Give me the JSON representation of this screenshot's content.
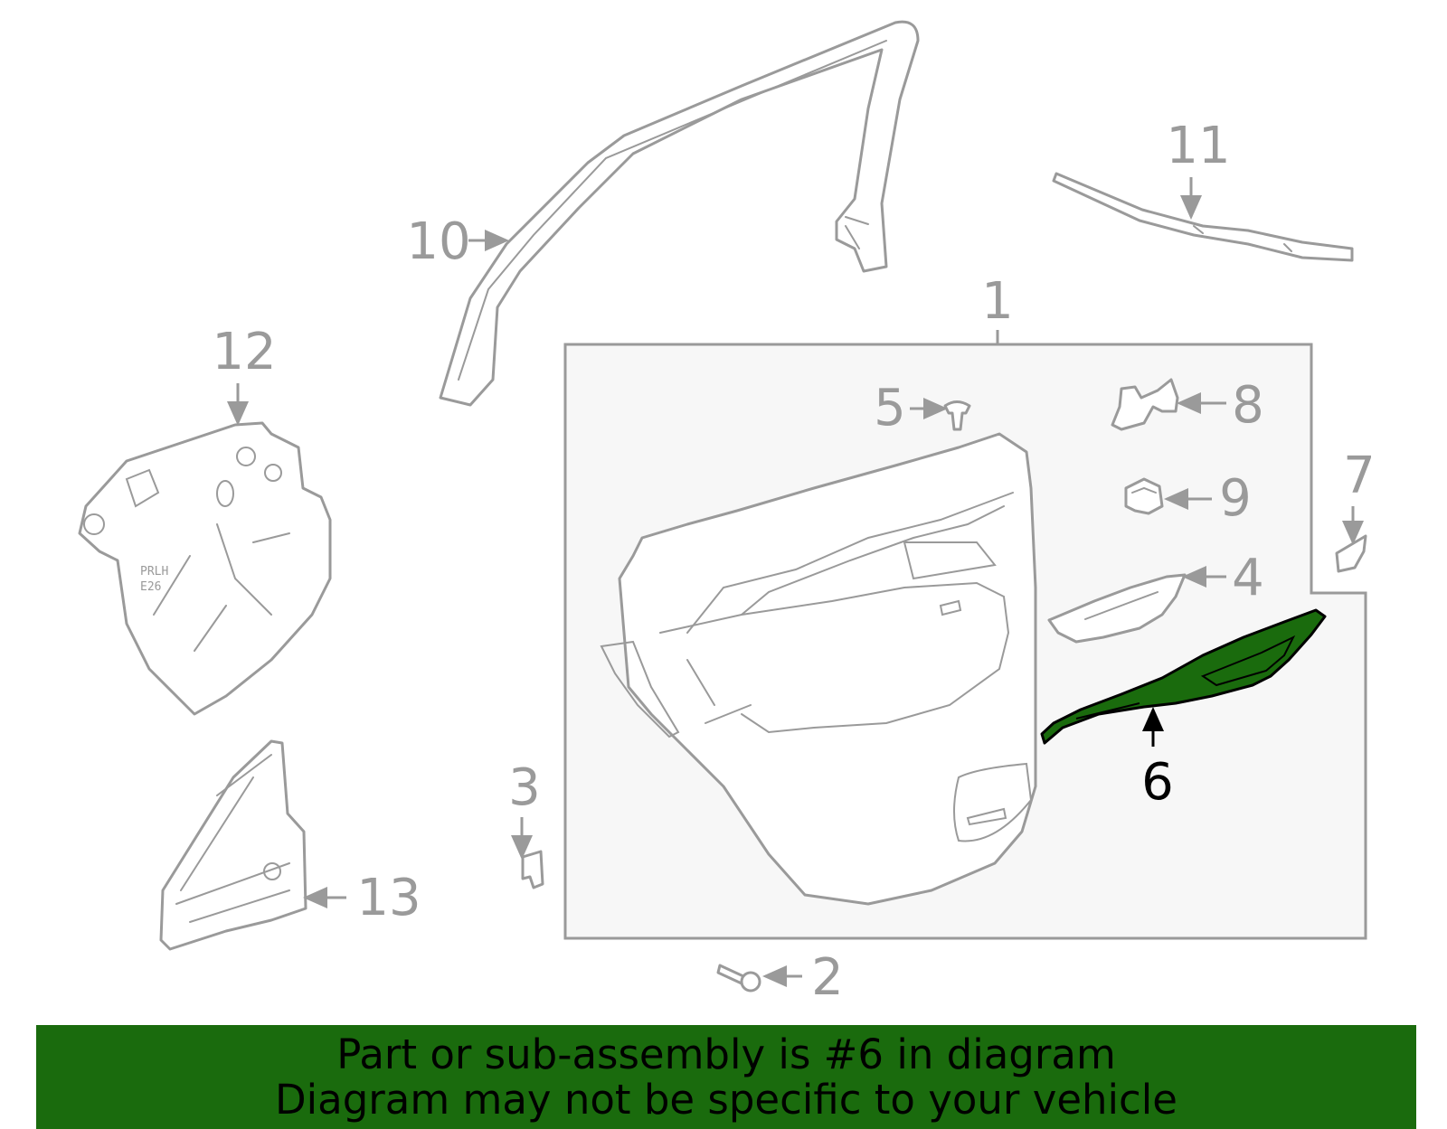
{
  "callouts": {
    "c1": "1",
    "c2": "2",
    "c3": "3",
    "c4": "4",
    "c5": "5",
    "c6": "6",
    "c7": "7",
    "c8": "8",
    "c9": "9",
    "c10": "10",
    "c11": "11",
    "c12": "12",
    "c13": "13"
  },
  "highlighted_part": "6",
  "banner": {
    "line1": "Part or sub-assembly is #6 in diagram",
    "line2": "Diagram may not be specific to your vehicle"
  },
  "colors": {
    "highlight": "#1a6b0d",
    "banner_bg": "#1a6b0d",
    "line": "#9a9a9a",
    "box_bg": "#f7f7f7"
  }
}
